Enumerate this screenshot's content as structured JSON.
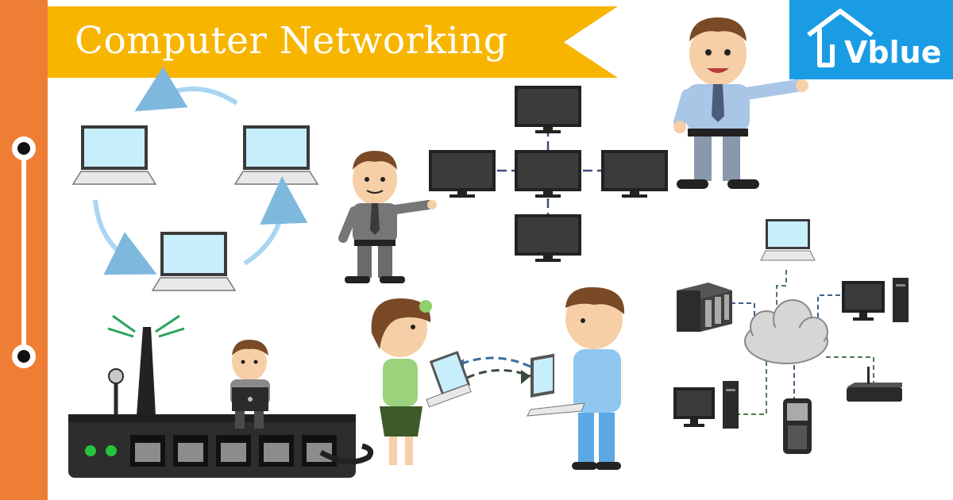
{
  "banner": {
    "title": "Computer Networking"
  },
  "logo": {
    "icon": "house-icon",
    "text": "Vblue"
  },
  "sidebar": {
    "control": "vertical-slider"
  },
  "colors": {
    "sidebar": "#ee7e34",
    "banner": "#f7b500",
    "logo_bg": "#1a9ce5"
  }
}
